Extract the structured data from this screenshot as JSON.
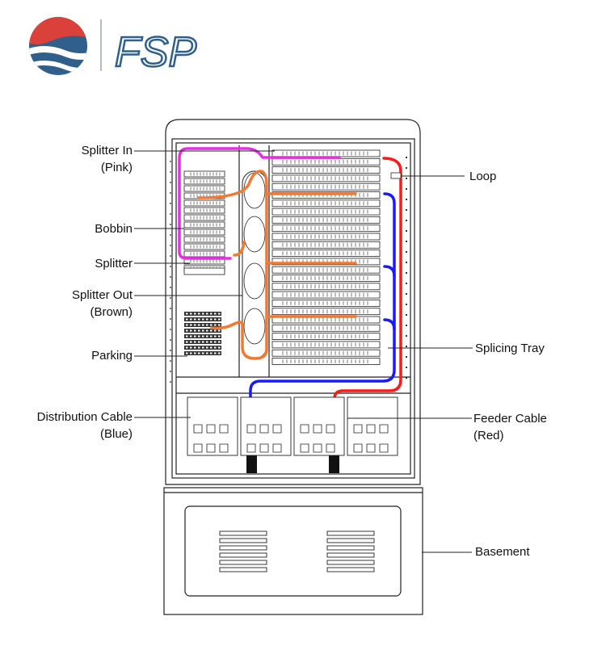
{
  "logo": {
    "wordmark": "FSP",
    "colors": {
      "red": "#d9413a",
      "blue": "#2f5f8a",
      "orange": "#e8803a",
      "divider": "#9aa4b0"
    }
  },
  "labels": {
    "splitter_in": [
      "Splitter In",
      "(Pink)"
    ],
    "bobbin": "Bobbin",
    "splitter": "Splitter",
    "splitter_out": [
      "Splitter Out",
      "(Brown)"
    ],
    "parking": "Parking",
    "distribution_cable": [
      "Distribution Cable",
      "(Blue)"
    ],
    "loop": "Loop",
    "splicing_tray": "Splicing Tray",
    "feeder_cable": [
      "Feeder Cable",
      "(Red)"
    ],
    "basement": "Basement"
  },
  "cable_colors": {
    "pink": "#e62ee6",
    "brown": "#f07a32",
    "blue": "#1a1aff",
    "red": "#ff1a1a",
    "line": "#222222"
  }
}
